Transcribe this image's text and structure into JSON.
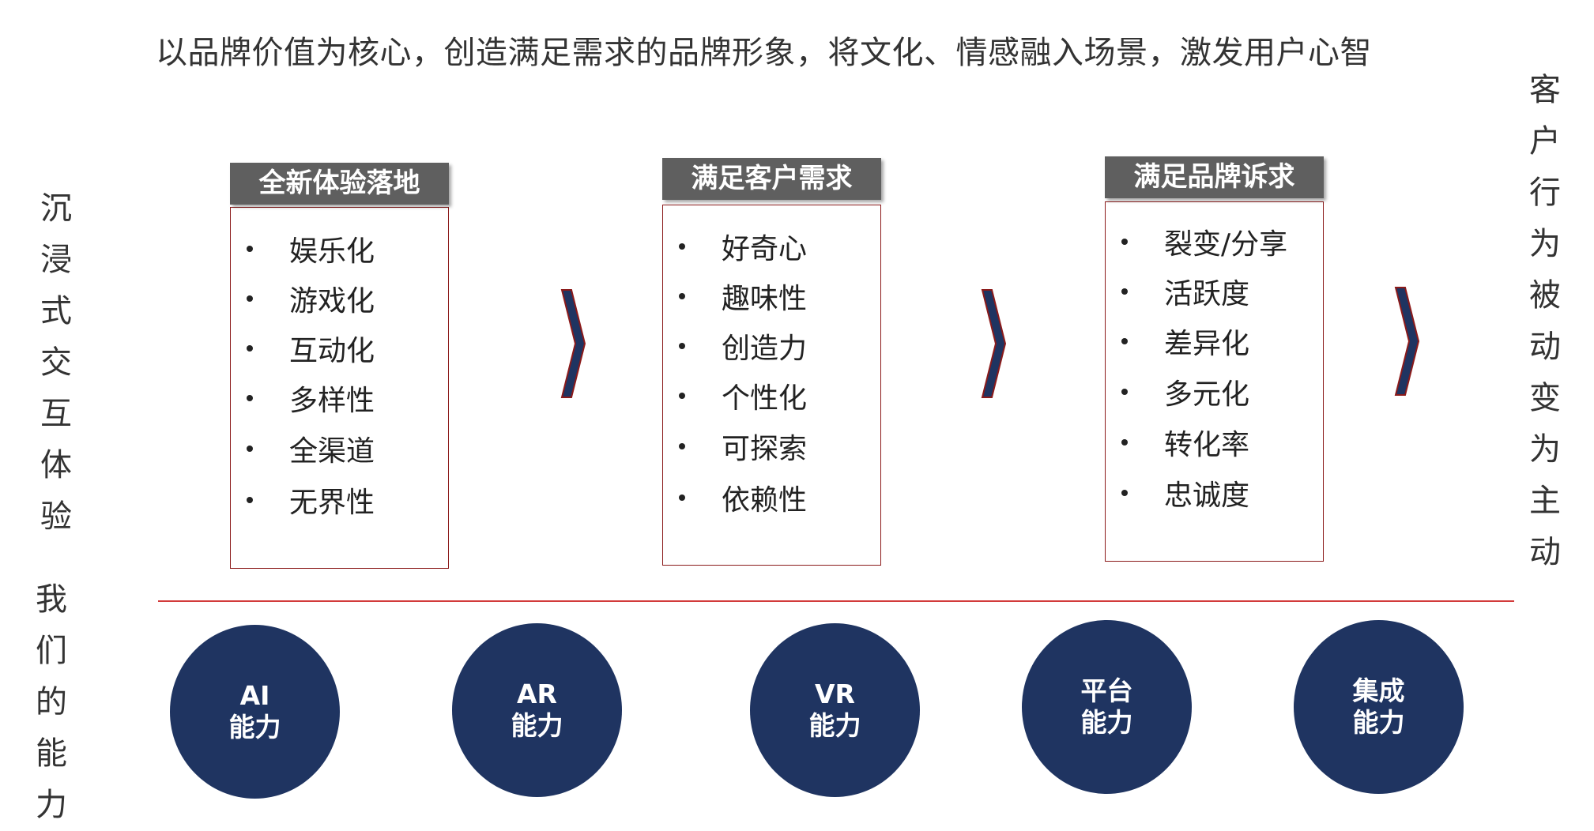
{
  "title": "以品牌价值为核心，创造满足需求的品牌形象，将文化、情感融入场景，激发用户心智",
  "left_labels": {
    "immersive": [
      "沉",
      "浸",
      "式",
      "交",
      "互",
      "体",
      "验"
    ],
    "capability": [
      "我",
      "们",
      "的",
      "能",
      "力"
    ]
  },
  "right_label": [
    "客",
    "户",
    "行",
    "为",
    "被",
    "动",
    "变",
    "为",
    "主",
    "动"
  ],
  "cards": [
    {
      "header": "全新体验落地",
      "items": [
        "娱乐化",
        "游戏化",
        "互动化",
        "多样性",
        "全渠道",
        "无界性"
      ]
    },
    {
      "header": "满足客户需求",
      "items": [
        "好奇心",
        "趣味性",
        "创造力",
        "个性化",
        "可探索",
        "依赖性"
      ]
    },
    {
      "header": "满足品牌诉求",
      "items": [
        "裂变/分享",
        "活跃度",
        "差异化",
        "多元化",
        "转化率",
        "忠诚度"
      ]
    }
  ],
  "capabilities": [
    {
      "line1": "AI",
      "line2": "能力"
    },
    {
      "line1": "AR",
      "line2": "能力"
    },
    {
      "line1": "VR",
      "line2": "能力"
    },
    {
      "line1": "平台",
      "line2": "能力"
    },
    {
      "line1": "集成",
      "line2": "能力"
    }
  ],
  "colors": {
    "navy": "#1f3461",
    "header_gray": "#5f5f5f",
    "accent_red": "#d23a3a",
    "border_red": "#8b1a1a"
  }
}
